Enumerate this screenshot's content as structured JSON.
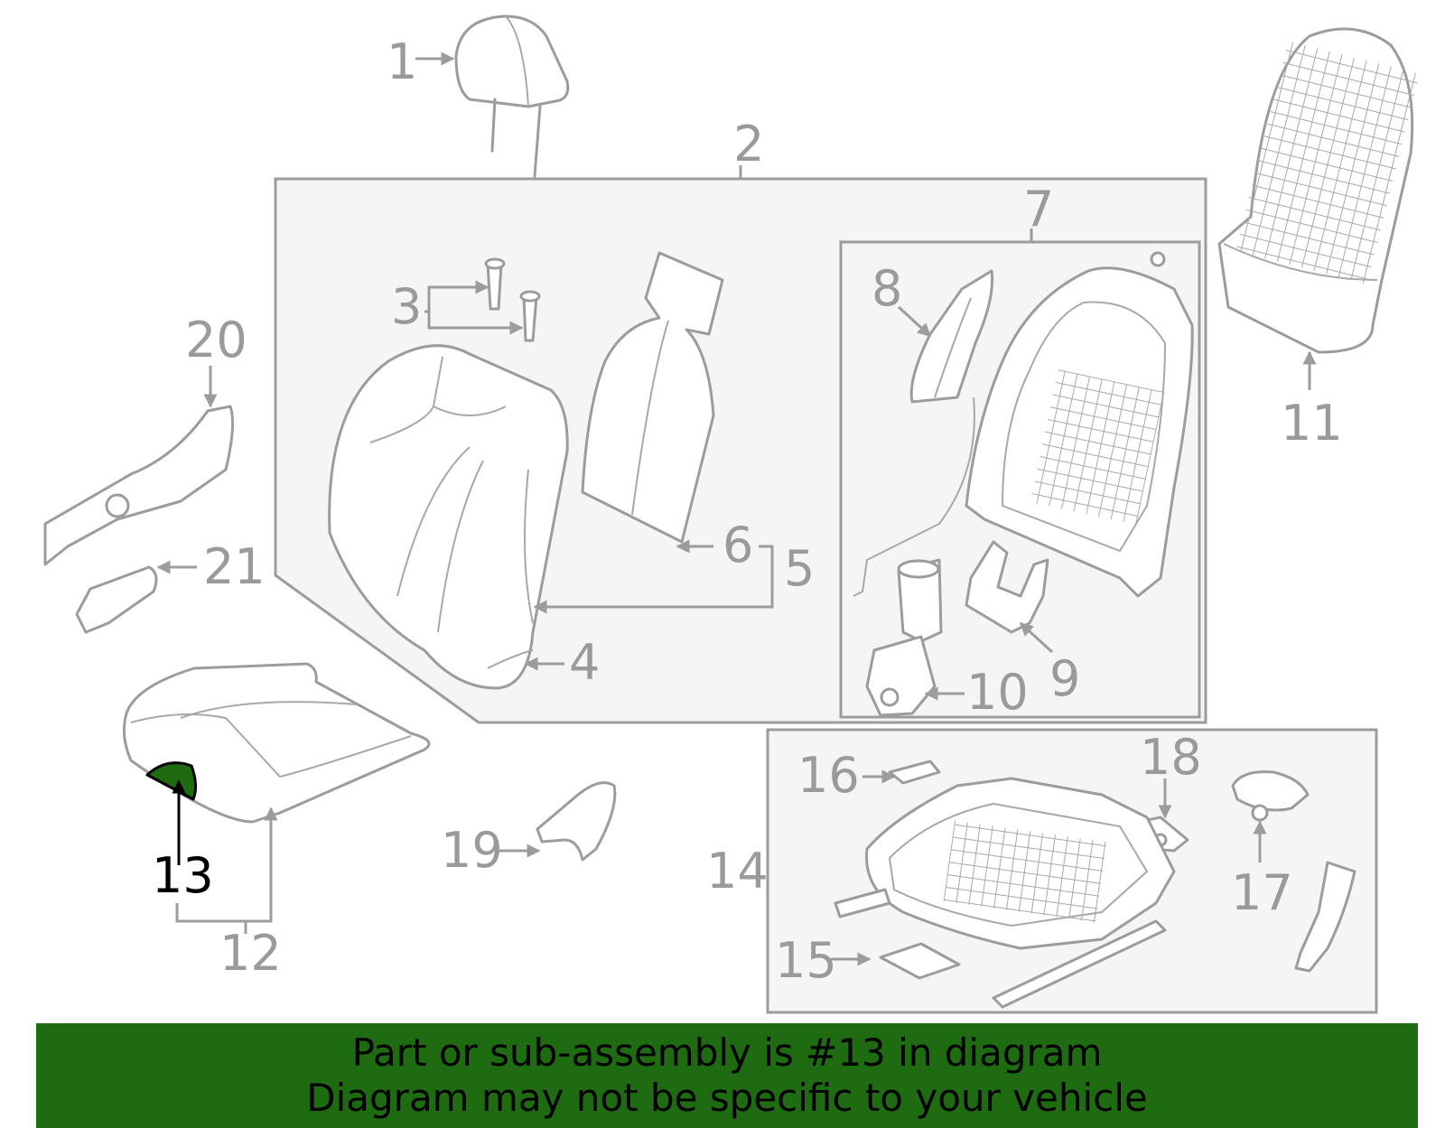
{
  "callouts": [
    "1",
    "2",
    "3",
    "4",
    "5",
    "6",
    "7",
    "8",
    "9",
    "10",
    "11",
    "12",
    "13",
    "14",
    "15",
    "16",
    "17",
    "18",
    "19",
    "20",
    "21"
  ],
  "highlight": {
    "part": "13",
    "color": "#1e6b12"
  },
  "banner": {
    "line1": "Part or sub-assembly is #13 in diagram",
    "line2": "Diagram may not be specific to your vehicle",
    "background": "#1e6b12"
  }
}
